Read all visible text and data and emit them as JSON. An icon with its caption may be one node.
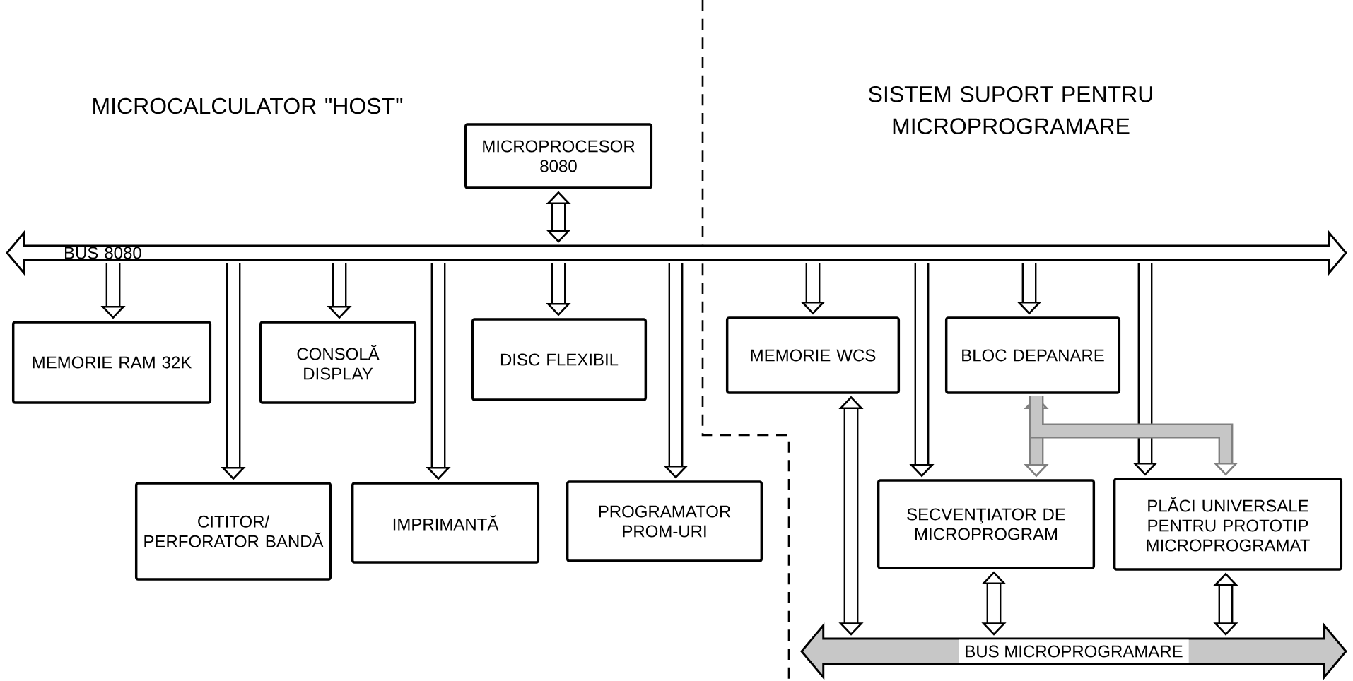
{
  "diagram": {
    "nodes": [
      {
        "text": [
          "MICROPROCESOR 8080"
        ]
      },
      {
        "text": [
          "BUS 8080"
        ]
      },
      {
        "text": [
          "MEMORIE RAM 32K"
        ]
      },
      {
        "text": [
          "CONSOLĂ DISPLAY"
        ]
      },
      {
        "text": [
          "DISC FLEXIBIL"
        ]
      },
      {
        "text": [
          "MEMORIE WCS"
        ]
      },
      {
        "text": [
          "BLOC DEPANARE"
        ]
      },
      {
        "text": [
          "CITITOR/ PERFORATOR BANDĂ"
        ]
      },
      {
        "text": [
          "IMPRIMANTĂ"
        ]
      },
      {
        "text": [
          "PROGRAMATOR PROM-URI"
        ]
      },
      {
        "text": [
          "SECVENŢIATOR DE MICROPROGRAM"
        ]
      },
      {
        "text": [
          "PLĂCI UNIVERSALE PENTRU PROTOTIP MICROPROGRAMAT"
        ]
      },
      {
        "text": [
          "BUS MICROPROGRAMARE"
        ]
      }
    ],
    "edges": [
      {
        "from": 0,
        "to": 1,
        "arrow": "both"
      },
      {
        "from": 1,
        "to": 2,
        "arrow": "to"
      },
      {
        "from": 1,
        "to": 7,
        "arrow": "to"
      },
      {
        "from": 1,
        "to": 3,
        "arrow": "to"
      },
      {
        "from": 1,
        "to": 8,
        "arrow": "to"
      },
      {
        "from": 1,
        "to": 4,
        "arrow": "to"
      },
      {
        "from": 1,
        "to": 9,
        "arrow": "to"
      },
      {
        "from": 1,
        "to": 5,
        "arrow": "to"
      },
      {
        "from": 1,
        "to": 10,
        "arrow": "to"
      },
      {
        "from": 1,
        "to": 6,
        "arrow": "to"
      },
      {
        "from": 1,
        "to": 11,
        "arrow": "to"
      },
      {
        "from": 6,
        "to": 10,
        "arrow": "both",
        "color": "#808080"
      },
      {
        "from": 6,
        "to": 11,
        "arrow": "to",
        "color": "#808080"
      },
      {
        "from": 5,
        "to": 12,
        "arrow": "both"
      },
      {
        "from": 10,
        "to": 12,
        "arrow": "both"
      },
      {
        "from": 11,
        "to": 12,
        "arrow": "both"
      }
    ],
    "labels": [
      "MICROCALCULATOR \"HOST\"",
      "SISTEM SUPORT PENTRU MICROPROGRAMARE"
    ]
  }
}
